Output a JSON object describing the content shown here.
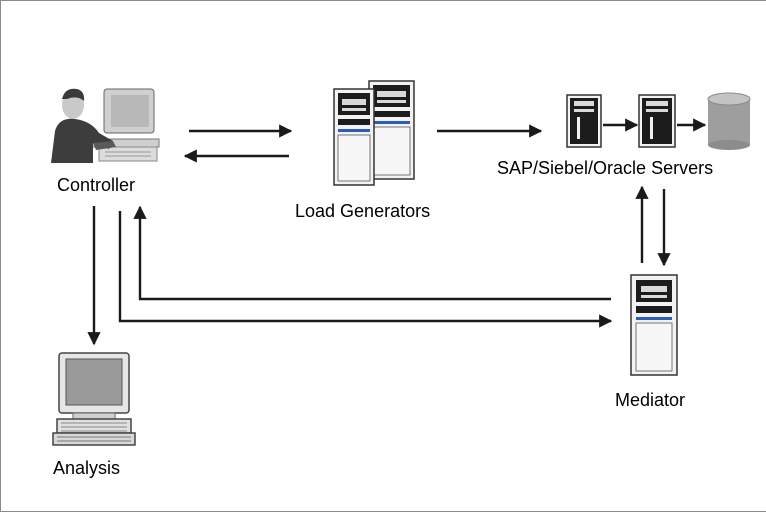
{
  "nodes": {
    "controller": {
      "label": "Controller",
      "icon": "user-at-computer-icon"
    },
    "load_generators": {
      "label": "Load Generators",
      "icon": "server-tower-icon"
    },
    "servers": {
      "label": "SAP/Siebel/Oracle Servers",
      "icon": "server-tower-icon"
    },
    "database": {
      "icon": "database-cylinder-icon"
    },
    "mediator": {
      "label": "Mediator",
      "icon": "server-tower-icon"
    },
    "analysis": {
      "label": "Analysis",
      "icon": "workstation-computer-icon"
    }
  },
  "edges": [
    {
      "from": "controller",
      "to": "load_generators"
    },
    {
      "from": "load_generators",
      "to": "controller"
    },
    {
      "from": "load_generators",
      "to": "servers"
    },
    {
      "from": "servers",
      "to": "servers"
    },
    {
      "from": "servers",
      "to": "database"
    },
    {
      "from": "mediator",
      "to": "servers"
    },
    {
      "from": "servers",
      "to": "mediator"
    },
    {
      "from": "controller",
      "to": "mediator"
    },
    {
      "from": "mediator",
      "to": "controller"
    },
    {
      "from": "controller",
      "to": "analysis"
    }
  ],
  "colors": {
    "arrow": "#1a1a1a",
    "line": "#777777",
    "server_body": "#f2f2f2",
    "server_dark": "#1c1c1c",
    "accent_blue": "#2d5db8",
    "screen": "#9a9a9a",
    "database": "#9e9e9e"
  }
}
